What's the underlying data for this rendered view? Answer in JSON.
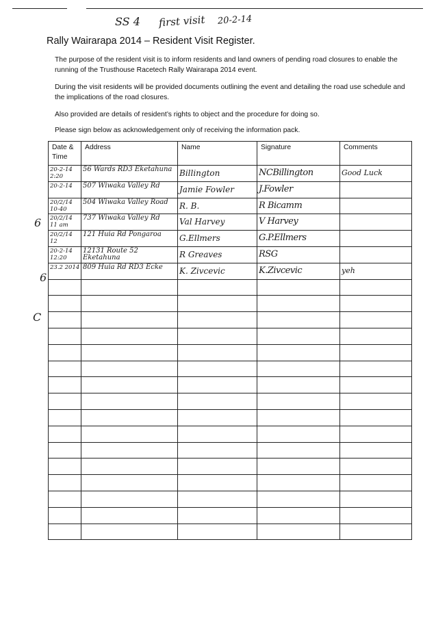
{
  "annotation": {
    "code": "SS 4",
    "note": "first visit",
    "date": "20-2-14"
  },
  "title": "Rally Wairarapa 2014 – Resident Visit Register.",
  "paragraphs": [
    "The purpose of the resident visit is to inform residents and land owners of pending road closures to enable the running of the Trusthouse Racetech Rally Wairarapa 2014 event.",
    "During the visit residents will be provided documents outlining the event and detailing the road use schedule and the implications of the road closures.",
    "Also provided are details of resident’s rights to object and the procedure for doing so.",
    "Please sign below as acknowledgement only of receiving the information pack."
  ],
  "table": {
    "headers": [
      "Date & Time",
      "Address",
      "Name",
      "Signature",
      "Comments"
    ],
    "rows": [
      {
        "date": "20-2-14 2:20",
        "address": "56 Wards RD3 Eketahuna",
        "name": "Billington",
        "signature": "NCBillington",
        "comments": "Good Luck"
      },
      {
        "date": "20-2-14",
        "address": "507 Wiwaka Valley Rd",
        "name": "Jamie Fowler",
        "signature": "J.Fowler",
        "comments": ""
      },
      {
        "date": "20/2/14 10-40",
        "address": "504 Wiwaka Valley Road",
        "name": "R. B.",
        "signature": "R Bicamm",
        "comments": ""
      },
      {
        "date": "20/2/14 11 am",
        "address": "737 Wiwaka Valley Rd",
        "name": "Val Harvey",
        "signature": "V Harvey",
        "comments": ""
      },
      {
        "date": "20/2/14 12",
        "address": "121 Huia Rd Pongaroa",
        "name": "G.Ellmers",
        "signature": "G.P.Ellmers",
        "comments": ""
      },
      {
        "date": "20-2-14 12:20",
        "address": "12131 Route 52 Eketahuna",
        "name": "R Greaves",
        "signature": "RSG",
        "comments": ""
      },
      {
        "date": "23.2 2014",
        "address": "809 Huia Rd RD3 Ecke",
        "name": "K. Zivcevic",
        "signature": "K.Zivcevic",
        "comments": "yeh"
      }
    ],
    "empty_rows": 16
  },
  "margin_marks": [
    "6",
    "6",
    "C"
  ]
}
